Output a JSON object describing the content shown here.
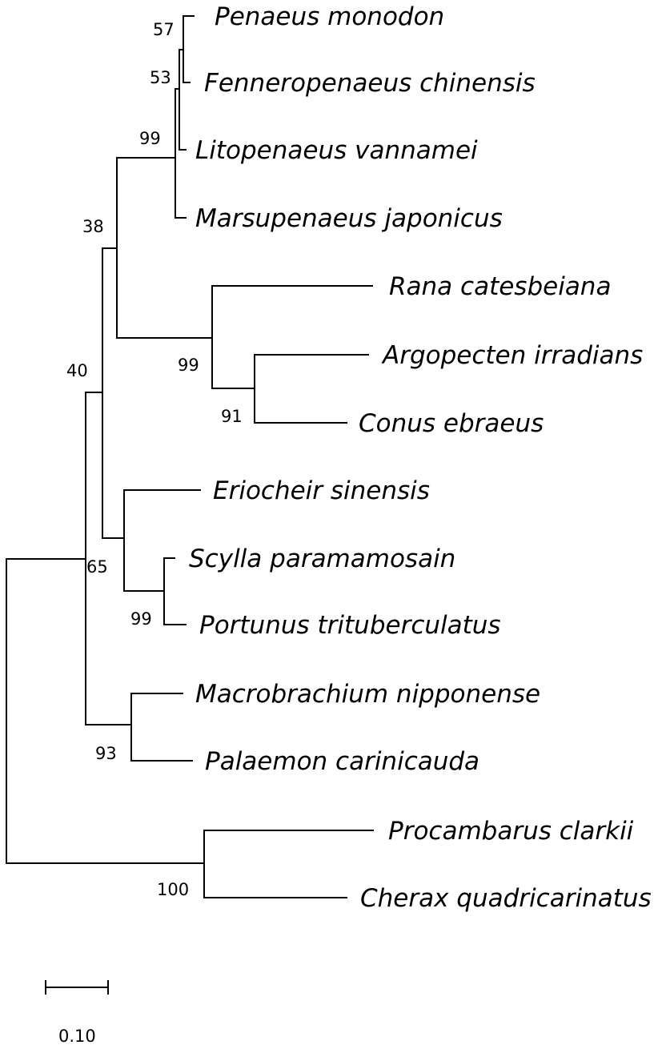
{
  "figure": {
    "taxa": [
      {
        "id": "penaeus",
        "label": "Penaeus monodon"
      },
      {
        "id": "fenneropenaeus",
        "label": "Fenneropenaeus chinensis"
      },
      {
        "id": "litopenaeus",
        "label": "Litopenaeus vannamei"
      },
      {
        "id": "marsupenaeus",
        "label": "Marsupenaeus japonicus"
      },
      {
        "id": "rana",
        "label": "Rana catesbeiana"
      },
      {
        "id": "argopecten",
        "label": "Argopecten irradians"
      },
      {
        "id": "conus",
        "label": "Conus ebraeus"
      },
      {
        "id": "eriocheir",
        "label": "Eriocheir sinensis"
      },
      {
        "id": "scylla",
        "label": "Scylla paramamosain"
      },
      {
        "id": "portunus",
        "label": "Portunus trituberculatus"
      },
      {
        "id": "macrobrachium",
        "label": "Macrobrachium nipponense"
      },
      {
        "id": "palaemon",
        "label": "Palaemon carinicauda"
      },
      {
        "id": "procambarus",
        "label": "Procambarus clarkii"
      },
      {
        "id": "cherax",
        "label": "Cherax quadricarinatus"
      }
    ],
    "bootstrap": [
      {
        "node": "penaeus-fenneropenaeus",
        "value": "57"
      },
      {
        "node": "penaeus-group-3",
        "value": "53"
      },
      {
        "node": "penaeidae",
        "value": "99"
      },
      {
        "node": "penaeidae-plus-outgroups",
        "value": "38"
      },
      {
        "node": "rana-clade",
        "value": "99"
      },
      {
        "node": "argopecten-conus",
        "value": "91"
      },
      {
        "node": "inner-clade",
        "value": "40"
      },
      {
        "node": "crabs",
        "value": "65"
      },
      {
        "node": "scylla-portunus",
        "value": "99"
      },
      {
        "node": "palaemonidae",
        "value": "93"
      },
      {
        "node": "crayfish",
        "value": "100"
      }
    ],
    "scale_bar": {
      "label": "0.10"
    }
  }
}
